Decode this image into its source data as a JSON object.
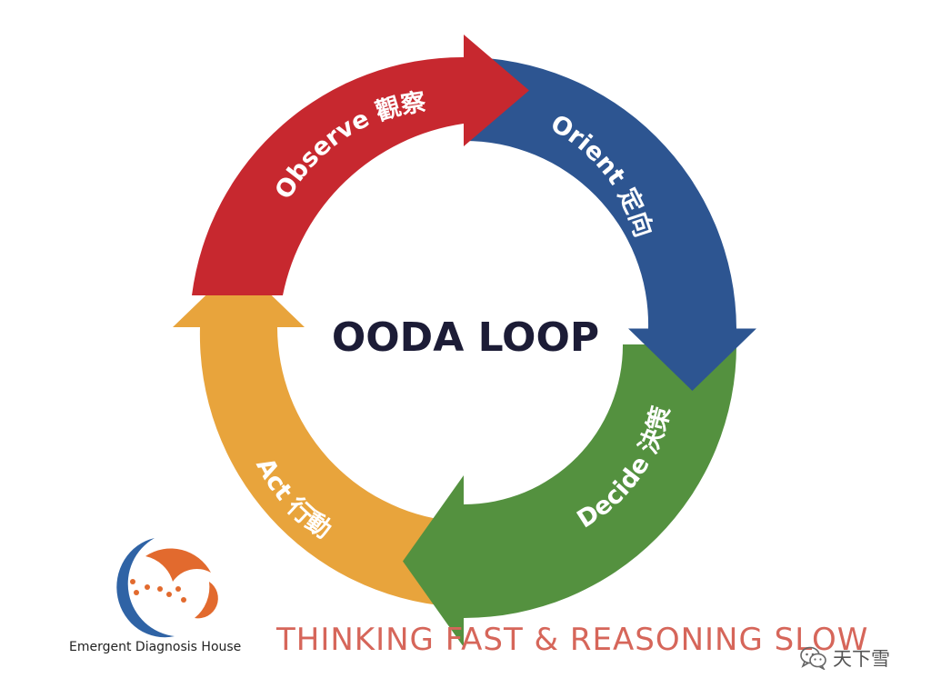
{
  "diagram": {
    "center_title": "OODA LOOP",
    "segments": [
      {
        "label": "Observe 觀察",
        "color": "#c7282f"
      },
      {
        "label": "Orient 定向",
        "color": "#2d5591"
      },
      {
        "label": "Decide 決策",
        "color": "#54913f"
      },
      {
        "label": "Act 行動",
        "color": "#e8a43c"
      }
    ]
  },
  "branding": {
    "organization": "Emergent Diagnosis House",
    "tagline": "THINKING FAST & REASONING SLOW",
    "logo_colors": [
      "#2f63a5",
      "#e26a2e"
    ]
  },
  "watermark": {
    "text": "天下雪",
    "icon": "wechat-icon"
  }
}
